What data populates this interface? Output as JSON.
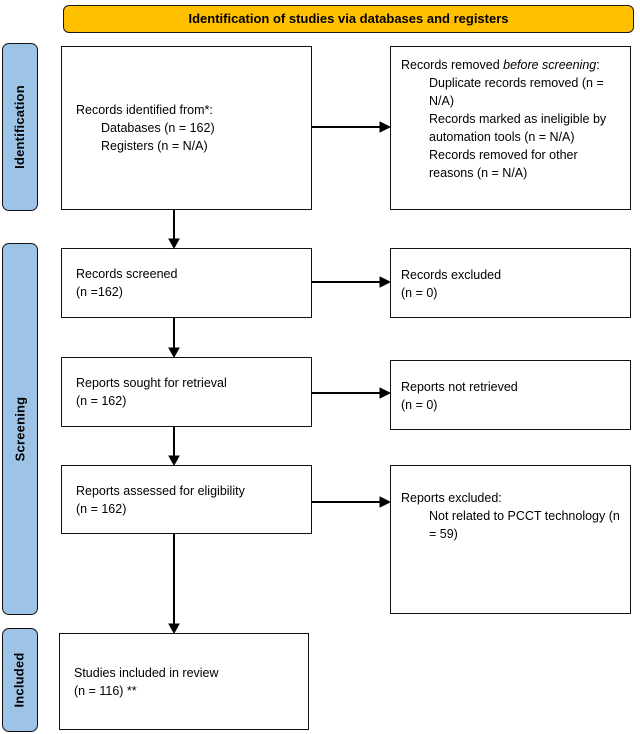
{
  "banner": {
    "title": "Identification of studies via databases and registers"
  },
  "colors": {
    "banner_fill": "#FFC000",
    "stage_fill": "#9DC3E6",
    "box_fill": "#FFFFFF",
    "border": "#000000"
  },
  "stages": {
    "identification": "Identification",
    "screening": "Screening",
    "included": "Included"
  },
  "boxes": {
    "records_identified": {
      "title": "Records identified from*:",
      "items": [
        "Databases (n = 162)",
        "Registers (n = N/A)"
      ]
    },
    "records_removed": {
      "title_prefix": "Records removed ",
      "title_italic": "before screening",
      "title_suffix": ":",
      "items": [
        "Duplicate records removed (n = N/A)",
        "Records marked as ineligible by automation tools (n = N/A)",
        "Records removed for other reasons (n = N/A)"
      ]
    },
    "records_screened": {
      "line1": "Records screened",
      "line2": "(n =162)"
    },
    "records_excluded": {
      "line1": "Records excluded",
      "line2": "(n = 0)"
    },
    "reports_sought": {
      "line1": "Reports sought for retrieval",
      "line2": "(n = 162)"
    },
    "reports_not_retrieved": {
      "line1": "Reports not retrieved",
      "line2": "(n = 0)"
    },
    "reports_assessed": {
      "line1": "Reports assessed for eligibility",
      "line2": "(n = 162)"
    },
    "reports_excluded": {
      "title": "Reports excluded:",
      "items": [
        "Not related to PCCT technology (n = 59)"
      ]
    },
    "studies_included": {
      "line1": "Studies included in review",
      "line2": "(n = 116) **"
    }
  }
}
